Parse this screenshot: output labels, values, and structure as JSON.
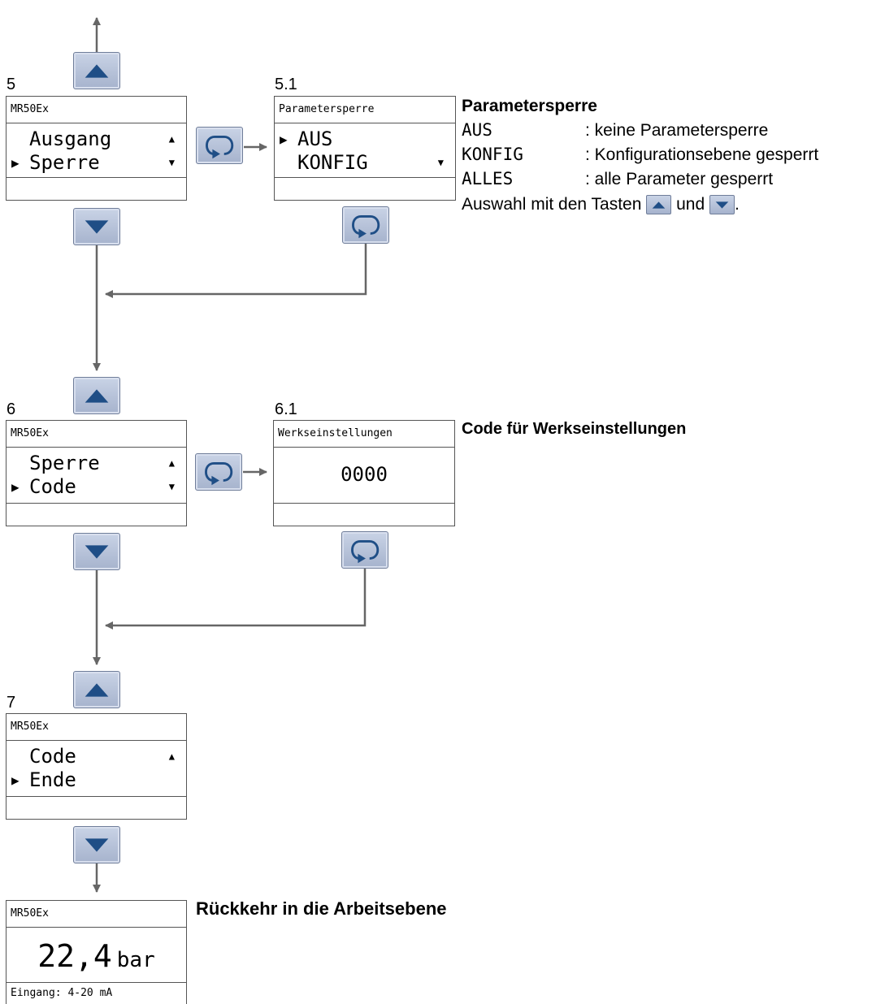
{
  "steps": {
    "s5": {
      "number": "5",
      "header": "MR50Ex",
      "line1": "Ausgang",
      "line2": "Sperre"
    },
    "s51": {
      "number": "5.1",
      "header": "Parametersperre",
      "line1": "AUS",
      "line2": "KONFIG"
    },
    "s6": {
      "number": "6",
      "header": "MR50Ex",
      "line1": "Sperre",
      "line2": "Code"
    },
    "s61": {
      "number": "6.1",
      "header": "Werkseinstellungen",
      "value": "0000"
    },
    "s7": {
      "number": "7",
      "header": "MR50Ex",
      "line1": "Code",
      "line2": "Ende"
    },
    "work": {
      "header": "MR50Ex",
      "value": "22,4",
      "unit": "bar",
      "footer": "Eingang: 4-20 mA"
    }
  },
  "glyphs": {
    "pointer": "▶",
    "scroll_up": "▲",
    "scroll_down": "▼"
  },
  "notes": {
    "param_lock": {
      "title": "Parametersperre",
      "rows": [
        {
          "key": "AUS",
          "desc": ": keine Parametersperre"
        },
        {
          "key": "KONFIG",
          "desc": ": Konfigurationsebene gesperrt"
        },
        {
          "key": "ALLES",
          "desc": ": alle Parameter gesperrt"
        }
      ],
      "hint_start": "Auswahl mit den Tasten",
      "hint_mid": "und",
      "hint_end": "."
    },
    "code_title": "Code für Werkseinstellungen",
    "return_title": "Rückkehr in die Arbeitsebene"
  },
  "colors": {
    "button_face": "#b7c3da",
    "arrow": "#1f4e86",
    "line": "#666666"
  },
  "icons": [
    "up-arrow-button",
    "down-arrow-button",
    "enter-button"
  ]
}
